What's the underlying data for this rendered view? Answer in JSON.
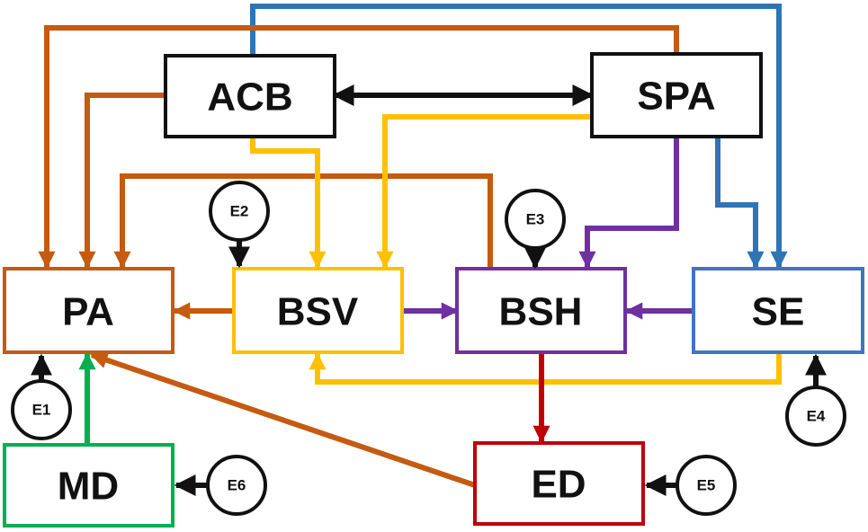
{
  "nodes": {
    "ACB": {
      "label": "ACB",
      "color": "#111111"
    },
    "SPA": {
      "label": "SPA",
      "color": "#111111"
    },
    "PA": {
      "label": "PA",
      "color": "#C55A11"
    },
    "BSV": {
      "label": "BSV",
      "color": "#FFC000"
    },
    "BSH": {
      "label": "BSH",
      "color": "#7030A0"
    },
    "SE": {
      "label": "SE",
      "color": "#4472C4"
    },
    "MD": {
      "label": "MD",
      "color": "#00B050"
    },
    "ED": {
      "label": "ED",
      "color": "#C00000"
    }
  },
  "error_terms": {
    "E1": {
      "label": "E1",
      "target": "PA"
    },
    "E2": {
      "label": "E2",
      "target": "BSV"
    },
    "E3": {
      "label": "E3",
      "target": "BSH"
    },
    "E4": {
      "label": "E4",
      "target": "SE"
    },
    "E5": {
      "label": "E5",
      "target": "ED"
    },
    "E6": {
      "label": "E6",
      "target": "MD"
    }
  },
  "edges": [
    {
      "from": "ACB",
      "to": "PA",
      "color": "#C55A11"
    },
    {
      "from": "ACB",
      "to": "BSV",
      "color": "#FFC000"
    },
    {
      "from": "ACB",
      "to": "SE",
      "color": "#2E75B6"
    },
    {
      "from": "ACB",
      "to": "SPA",
      "color": "#111111",
      "bidirectional": true
    },
    {
      "from": "SPA",
      "to": "PA",
      "color": "#C55A11"
    },
    {
      "from": "SPA",
      "to": "BSV",
      "color": "#FFC000"
    },
    {
      "from": "SPA",
      "to": "BSH",
      "color": "#7030A0"
    },
    {
      "from": "SPA",
      "to": "SE",
      "color": "#2E75B6"
    },
    {
      "from": "BSV",
      "to": "PA",
      "color": "#C55A11"
    },
    {
      "from": "BSV",
      "to": "BSH",
      "color": "#7030A0"
    },
    {
      "from": "BSH",
      "to": "PA",
      "color": "#C55A11"
    },
    {
      "from": "BSH",
      "to": "ED",
      "color": "#C00000"
    },
    {
      "from": "SE",
      "to": "BSH",
      "color": "#7030A0"
    },
    {
      "from": "SE",
      "to": "BSV",
      "color": "#FFC000"
    },
    {
      "from": "MD",
      "to": "PA",
      "color": "#00B050"
    },
    {
      "from": "ED",
      "to": "PA",
      "color": "#C55A11"
    }
  ]
}
